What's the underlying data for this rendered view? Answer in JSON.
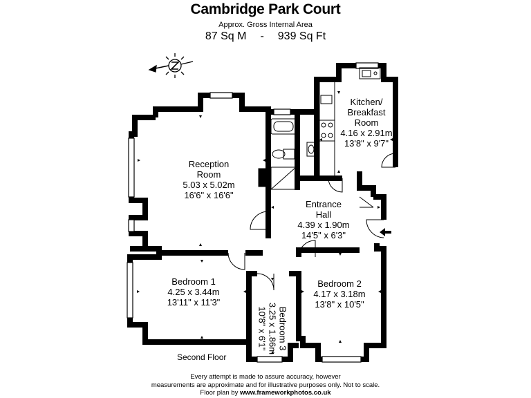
{
  "header": {
    "title": "Cambridge Park Court",
    "subtitle": "Approx. Gross Internal Area",
    "area_metric": "87 Sq M",
    "area_separator": "-",
    "area_imperial": "939 Sq Ft"
  },
  "compass": {
    "icon": "compass-north-icon"
  },
  "rooms": [
    {
      "name": "Kitchen/",
      "name2": "Breakfast",
      "name3": "Room",
      "metric": "4.16 x 2.91m",
      "imperial": "13'8\" x 9'7\""
    },
    {
      "name": "Reception",
      "name2": "Room",
      "metric": "5.03 x 5.02m",
      "imperial": "16'6\" x 16'6\""
    },
    {
      "name": "Entrance",
      "name2": "Hall",
      "metric": "4.39 x 1.90m",
      "imperial": "14'5\" x 6'3\""
    },
    {
      "name": "Bedroom 1",
      "metric": "4.25 x 3.44m",
      "imperial": "13'11\" x 11'3\""
    },
    {
      "name": "Bedroom 2",
      "metric": "4.17 x 3.18m",
      "imperial": "13'8\" x 10'5\""
    },
    {
      "name": "Bedroom 3",
      "metric": "3.25 x 1.86m",
      "imperial": "10'8\" x 6'1\""
    }
  ],
  "floor": "Second Floor",
  "disclaimer": {
    "line1": "Every attempt is made to assure accuracy, however",
    "line2": "measurements are approximate and for illustrative purposes only. Not to scale.",
    "line3_prefix": "Floor plan by ",
    "line3_link": "www.frameworkphotos.co.uk"
  }
}
